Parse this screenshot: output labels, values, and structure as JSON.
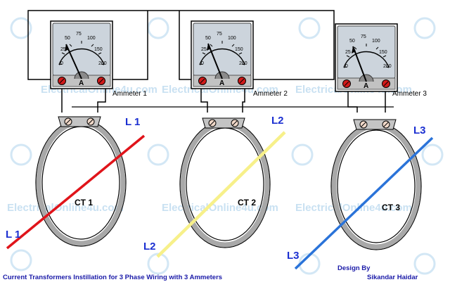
{
  "watermark": {
    "text": "ElectricalOnline4u.com",
    "color": "#c9e1f2"
  },
  "meter_scale": {
    "ticks": [
      "0",
      "25",
      "50",
      "75",
      "100",
      "150",
      "200"
    ],
    "unit_symbol": "A"
  },
  "ammeters": [
    {
      "label": "Ammeter 1"
    },
    {
      "label": "Ammeter 2"
    },
    {
      "label": "Ammeter 3"
    }
  ],
  "current_transformers": [
    {
      "label": "CT 1"
    },
    {
      "label": "CT 2"
    },
    {
      "label": "CT 3"
    }
  ],
  "phase_lines": [
    {
      "top_label": "L 1",
      "bottom_label": "L 1",
      "color": "#e0141a"
    },
    {
      "top_label": "L2",
      "bottom_label": "L2",
      "color": "#f7f08a"
    },
    {
      "top_label": "L3",
      "bottom_label": "L3",
      "color": "#2a73d9"
    }
  ],
  "caption": {
    "text": "Current Transformers Instillation for 3 Phase Wiring with 3 Ammeters",
    "color": "#1a1aa8"
  },
  "credit": {
    "line1": "Design By",
    "line2": "Sikandar Haidar",
    "color": "#1a1aa8"
  },
  "colors": {
    "meter_face": "#ccd4dc",
    "meter_bezel": "#c2c2c2",
    "terminal": "#d11a1a",
    "ct_ring": "#a8a8a8",
    "phase_label": "#1b2fd1"
  }
}
